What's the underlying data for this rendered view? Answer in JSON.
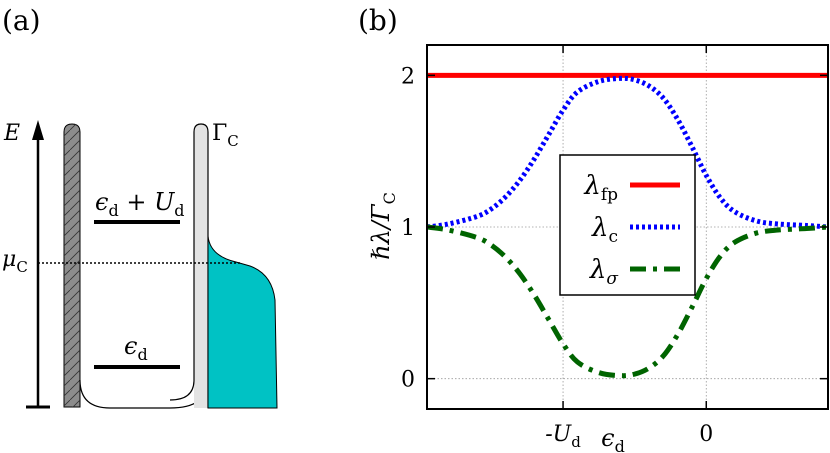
{
  "panel_a": {
    "label": "(a)",
    "energy_axis_label": "E",
    "chemical_potential_label": "μ",
    "chemical_potential_sub": "C",
    "level_upper_label": "ϵ",
    "level_upper_sub": "d",
    "level_upper_plus": " + U",
    "level_upper_plus_sub": "d",
    "level_lower_label": "ϵ",
    "level_lower_sub": "d",
    "coupling_label": "Γ",
    "coupling_sub": "C",
    "colors": {
      "left_lead": "#8c8c8c",
      "right_barrier": "#e3e3e3",
      "fermi_sea": "#00c2c4"
    }
  },
  "panel_b": {
    "label": "(b)",
    "ylabel": "ℏλ/Γ",
    "ylabel_sub": "C",
    "xlabel": "ϵ",
    "xlabel_sub": "d"
  },
  "chart_data": {
    "type": "line",
    "x_ticks": [
      {
        "value": -1,
        "label": "-U",
        "sub": "d"
      },
      {
        "value": 0,
        "label": "0",
        "sub": ""
      }
    ],
    "y_ticks": [
      {
        "value": 0,
        "label": "0"
      },
      {
        "value": 1,
        "label": "1"
      },
      {
        "value": 2,
        "label": "2"
      }
    ],
    "xlim": [
      -1.95,
      0.85
    ],
    "ylim": [
      -0.2,
      2.2
    ],
    "grid": true,
    "legend_position": "center",
    "series": [
      {
        "name": "λ",
        "name_sub": "fp",
        "color": "#ff0000",
        "style": "solid",
        "x": [
          -1.95,
          0.85
        ],
        "y": [
          2,
          2
        ]
      },
      {
        "name": "λ",
        "name_sub": "c",
        "color": "#0000ff",
        "style": "dotted",
        "x": [
          -1.95,
          -1.8,
          -1.6,
          -1.5,
          -1.4,
          -1.3,
          -1.2,
          -1.1,
          -1.0,
          -0.9,
          -0.75,
          -0.6,
          -0.5,
          -0.4,
          -0.3,
          -0.2,
          -0.1,
          0.0,
          0.1,
          0.2,
          0.35,
          0.5,
          0.7,
          0.85
        ],
        "y": [
          1.0,
          1.02,
          1.07,
          1.12,
          1.2,
          1.31,
          1.45,
          1.61,
          1.77,
          1.89,
          1.96,
          1.98,
          1.97,
          1.93,
          1.85,
          1.71,
          1.53,
          1.34,
          1.19,
          1.1,
          1.04,
          1.02,
          1.01,
          1.0
        ]
      },
      {
        "name": "λ",
        "name_sub": "σ",
        "color": "#006400",
        "style": "dashdot",
        "x": [
          -1.95,
          -1.8,
          -1.6,
          -1.5,
          -1.4,
          -1.3,
          -1.2,
          -1.1,
          -1.0,
          -0.9,
          -0.75,
          -0.6,
          -0.5,
          -0.4,
          -0.3,
          -0.2,
          -0.1,
          0.0,
          0.1,
          0.2,
          0.35,
          0.5,
          0.7,
          0.85
        ],
        "y": [
          1.0,
          0.98,
          0.93,
          0.88,
          0.8,
          0.69,
          0.55,
          0.39,
          0.23,
          0.11,
          0.04,
          0.02,
          0.03,
          0.07,
          0.15,
          0.29,
          0.47,
          0.66,
          0.81,
          0.9,
          0.96,
          0.98,
          0.99,
          1.0
        ]
      }
    ]
  }
}
